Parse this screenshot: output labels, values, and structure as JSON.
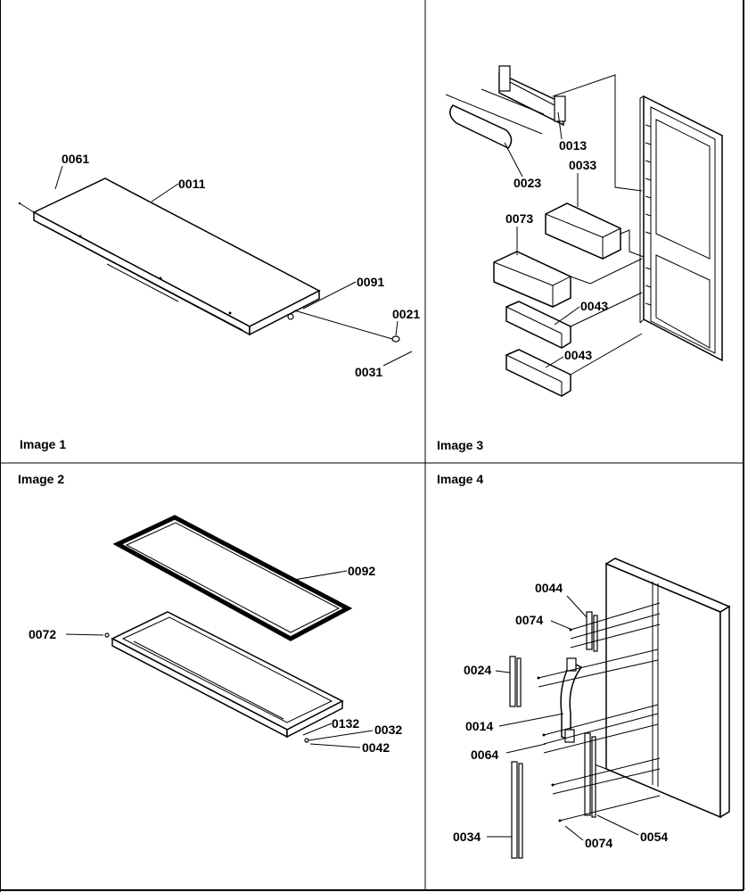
{
  "panels": {
    "p1": {
      "caption": "Image 1",
      "labels": {
        "l0061": "0061",
        "l0011": "0011",
        "l0091": "0091",
        "l0021": "0021",
        "l0031": "0031"
      }
    },
    "p2": {
      "caption": "Image 2",
      "labels": {
        "l0092": "0092",
        "l0072": "0072",
        "l0132": "0132",
        "l0032": "0032",
        "l0042": "0042"
      }
    },
    "p3": {
      "caption": "Image 3",
      "labels": {
        "l0013": "0013",
        "l0023": "0023",
        "l0033": "0033",
        "l0073": "0073",
        "l0043a": "0043",
        "l0043b": "0043"
      }
    },
    "p4": {
      "caption": "Image 4",
      "labels": {
        "l0044": "0044",
        "l0074a": "0074",
        "l0024": "0024",
        "l0014": "0014",
        "l0064": "0064",
        "l0034": "0034",
        "l0074b": "0074",
        "l0054": "0054"
      }
    }
  }
}
